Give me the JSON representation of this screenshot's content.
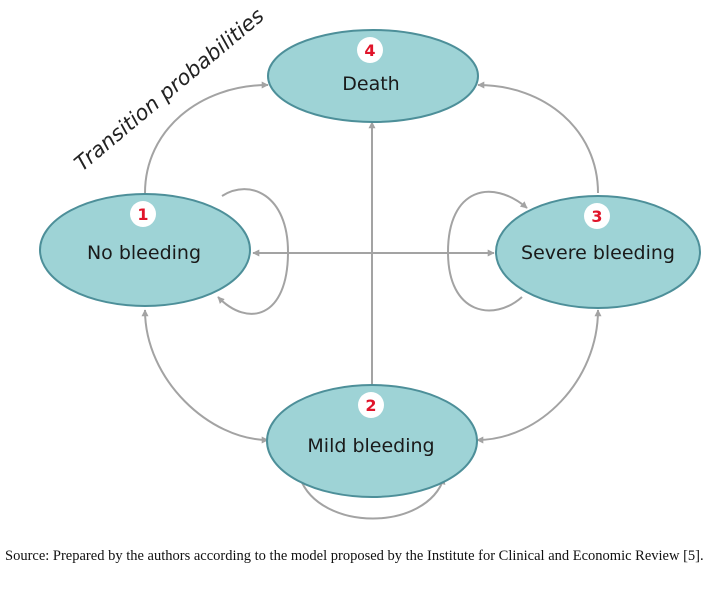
{
  "header": {
    "cut_text": ""
  },
  "diagram": {
    "side_label": "Transition probabilities",
    "states": [
      {
        "number": "4",
        "label": "Death"
      },
      {
        "number": "1",
        "label": "No bleeding"
      },
      {
        "number": "3",
        "label": "Severe bleeding"
      },
      {
        "number": "2",
        "label": "Mild bleeding"
      }
    ]
  },
  "footer": {
    "caption": "Source: Prepared by the authors according to the model proposed by the Institute for Clinical and Economic Review [5]."
  },
  "colors": {
    "node_fill": "#9ed3d6",
    "node_stroke": "#4d8f99",
    "arrow": "#a3a3a3",
    "number": "#e0142a"
  }
}
